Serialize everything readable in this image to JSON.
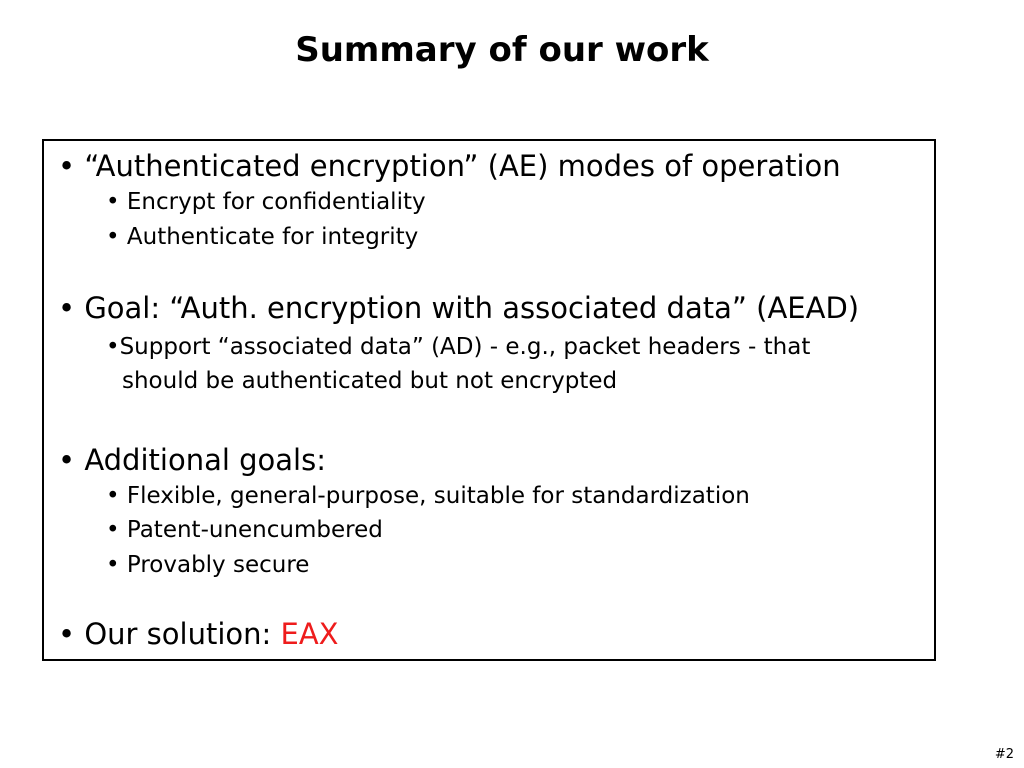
{
  "slide": {
    "title": "Summary of our work",
    "page_number": "#2"
  },
  "box": {
    "ae": {
      "main": "• “Authenticated encryption” (AE) modes of operation",
      "sub1": "• Encrypt for confidentiality",
      "sub2": "• Authenticate for integrity"
    },
    "aead": {
      "main": "• Goal: “Auth. encryption with associated data” (AEAD)",
      "sub1": "•Support “associated data” (AD) - e.g., packet headers - that",
      "sub1_cont": "should be authenticated but not encrypted"
    },
    "goals": {
      "main": "• Additional goals:",
      "sub1": "• Flexible, general-purpose, suitable for standardization",
      "sub2": "• Patent-unencumbered",
      "sub3": "• Provably secure"
    },
    "solution": {
      "label": "• Our solution: ",
      "name": "EAX",
      "name_color": "#ee1c1c"
    }
  }
}
